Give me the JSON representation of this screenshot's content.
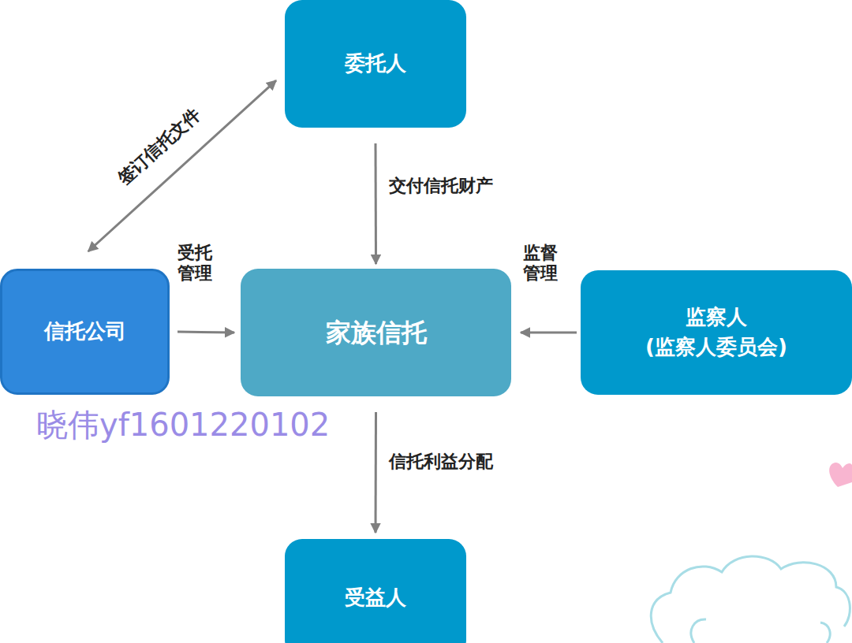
{
  "diagram": {
    "nodes": [
      {
        "text": [
          "委托人"
        ]
      },
      {
        "text": [
          "信托公司"
        ]
      },
      {
        "text": [
          "家族信托"
        ]
      },
      {
        "text": [
          "监察人",
          "(监察人委员会)"
        ]
      },
      {
        "text": [
          "受益人"
        ]
      }
    ],
    "edges": [
      {
        "from": 0,
        "to": 1,
        "label": "签订信托文件",
        "arrow": "both"
      },
      {
        "from": 0,
        "to": 2,
        "label": "交付信托财产",
        "arrow": "to"
      },
      {
        "from": 1,
        "to": 2,
        "label": "受托 管理",
        "arrow": "to"
      },
      {
        "from": 3,
        "to": 2,
        "label": "监督 管理",
        "arrow": "to"
      },
      {
        "from": 2,
        "to": 4,
        "label": "信托利益分配",
        "arrow": "to"
      }
    ],
    "labels": [
      "晓伟yf1601220102"
    ]
  }
}
